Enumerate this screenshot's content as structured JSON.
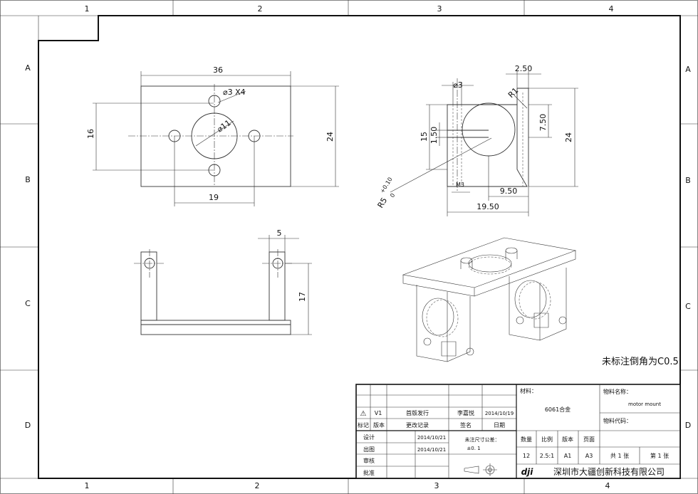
{
  "frame": {
    "cols": [
      "1",
      "2",
      "3",
      "4"
    ],
    "rows": [
      "A",
      "B",
      "C",
      "D"
    ]
  },
  "front_view": {
    "dims": {
      "width": "36",
      "height": "24",
      "hole_spacing_v": "16",
      "hole_spacing_h": "19"
    },
    "callouts": {
      "holes": "⌀3 X4",
      "center_hole": "⌀11"
    }
  },
  "side_view": {
    "dims": {
      "top_thk": "2.50",
      "hole": "⌀3",
      "radius": "R1",
      "h_7_50": "7.50",
      "h_24": "24",
      "h_15": "15",
      "h_1_50": "1.50",
      "thread": "M3",
      "w_9_50": "9.50",
      "w_19_50": "19.50"
    },
    "fillet": {
      "base": "R5",
      "tol_plus": "+0.10",
      "tol_minus": "0"
    }
  },
  "bottom_view": {
    "dims": {
      "tab_width": "5",
      "height": "17"
    }
  },
  "note": "未标注倒角为C0.5",
  "title_block": {
    "revision_row": {
      "symbol": "⚠",
      "version": "V1",
      "description": "首版发行",
      "signer": "李嘉悦",
      "date": "2014/10/19"
    },
    "headers": {
      "mark": "标记",
      "version": "版本",
      "change_record": "更改记录",
      "sign": "签名",
      "date": "日期"
    },
    "design": {
      "label": "设计",
      "date": "2014/10/21"
    },
    "drawing": {
      "label": "出图",
      "date": "2014/10/21"
    },
    "check": {
      "label": "审核"
    },
    "approve": {
      "label": "批准"
    },
    "tolerance": {
      "line1": "未注尺寸公差：",
      "line2": "±0. 1"
    },
    "material": {
      "label": "材料：",
      "value": "6061合金"
    },
    "part_name": {
      "label": "物料名称：",
      "value": "motor mount"
    },
    "part_code": {
      "label": "物料代码："
    },
    "specs_headers": {
      "qty": "数量",
      "scale": "比例",
      "version": "版本",
      "page": "页面"
    },
    "specs_values": {
      "qty": "12",
      "scale": "2.5:1",
      "version": "A1",
      "page": "A3"
    },
    "sheets": {
      "total": "共 1 张",
      "current": "第 1 张"
    },
    "company": {
      "logo": "dji",
      "name": "深圳市大疆创新科技有限公司"
    }
  }
}
